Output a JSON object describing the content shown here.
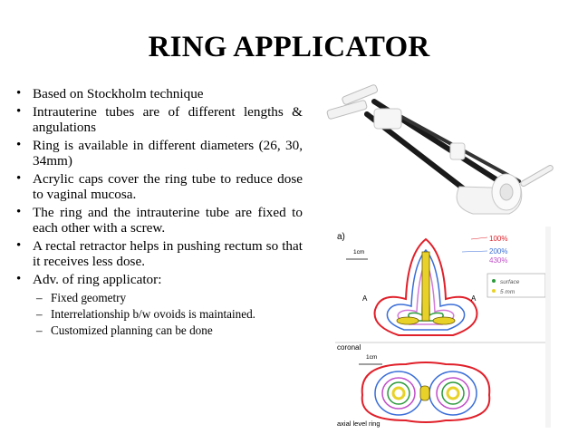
{
  "slide": {
    "title": "RING APPLICATOR",
    "bullets": [
      {
        "text": "Based on Stockholm technique"
      },
      {
        "text": "Intrauterine tubes are of different lengths & angulations"
      },
      {
        "text": "Ring is available in different diameters (26, 30, 34mm)"
      },
      {
        "text": "Acrylic caps cover the ring tube to reduce dose to vaginal mucosa."
      },
      {
        "text": "The ring and the intrauterine tube are fixed to each other with a screw."
      },
      {
        "text": "A rectal retractor helps in pushing rectum so that it receives less dose."
      },
      {
        "text": "Adv. of ring applicator:",
        "sub": [
          "Fixed geometry",
          "Interrelationship b/w ovoids is maintained.",
          "Customized planning can be done"
        ]
      }
    ]
  },
  "diagram": {
    "panel_label": "a)",
    "isodose_labels": [
      "100%",
      "200%",
      "430%"
    ],
    "legend": [
      "surface",
      "5 mm"
    ],
    "scale_label_top": "1cm",
    "scale_label_mid": "1cm",
    "point_label": "A",
    "view_label_top": "coronal",
    "view_label_bottom": "axial level ring"
  }
}
